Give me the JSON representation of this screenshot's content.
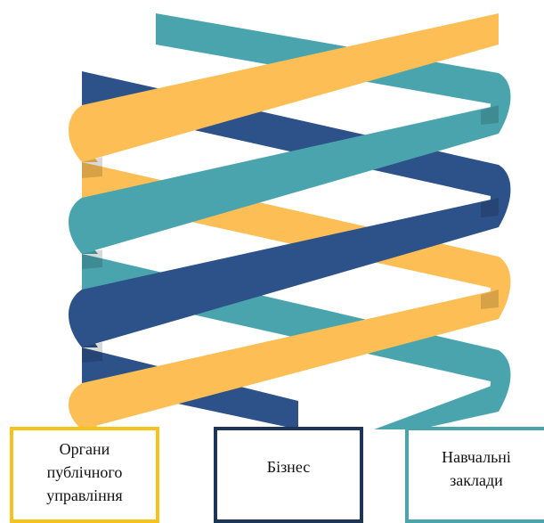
{
  "helix": {
    "colors": {
      "teal": "#4AA4AD",
      "navy": "#2D5189",
      "gold": "#FDBE55"
    }
  },
  "boxes": [
    {
      "label": "Органи публічного управління",
      "border_color": "#F7C21E"
    },
    {
      "label": "Бізнес",
      "border_color": "#1D3557"
    },
    {
      "label": "Навчальні заклади",
      "border_color": "#4AA4AD"
    }
  ]
}
